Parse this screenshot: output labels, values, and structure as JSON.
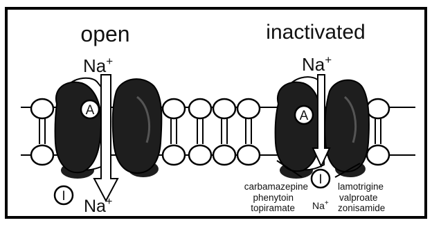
{
  "states": {
    "open": "open",
    "inactivated": "inactivated"
  },
  "ions": {
    "sodium": "Na",
    "charge": "+"
  },
  "gates": {
    "activation": "A",
    "inactivation": "I"
  },
  "drugs": {
    "left_list": [
      "carbamazepine",
      "phenytoin",
      "topiramate"
    ],
    "right_list": [
      "lamotrigine",
      "valproate",
      "zonisamide"
    ]
  },
  "colors": {
    "background": "#ffffff",
    "frame": "#000000",
    "channel": "#1e1e1e",
    "lipid": "#ffffff",
    "arrow": "#ffffff"
  }
}
